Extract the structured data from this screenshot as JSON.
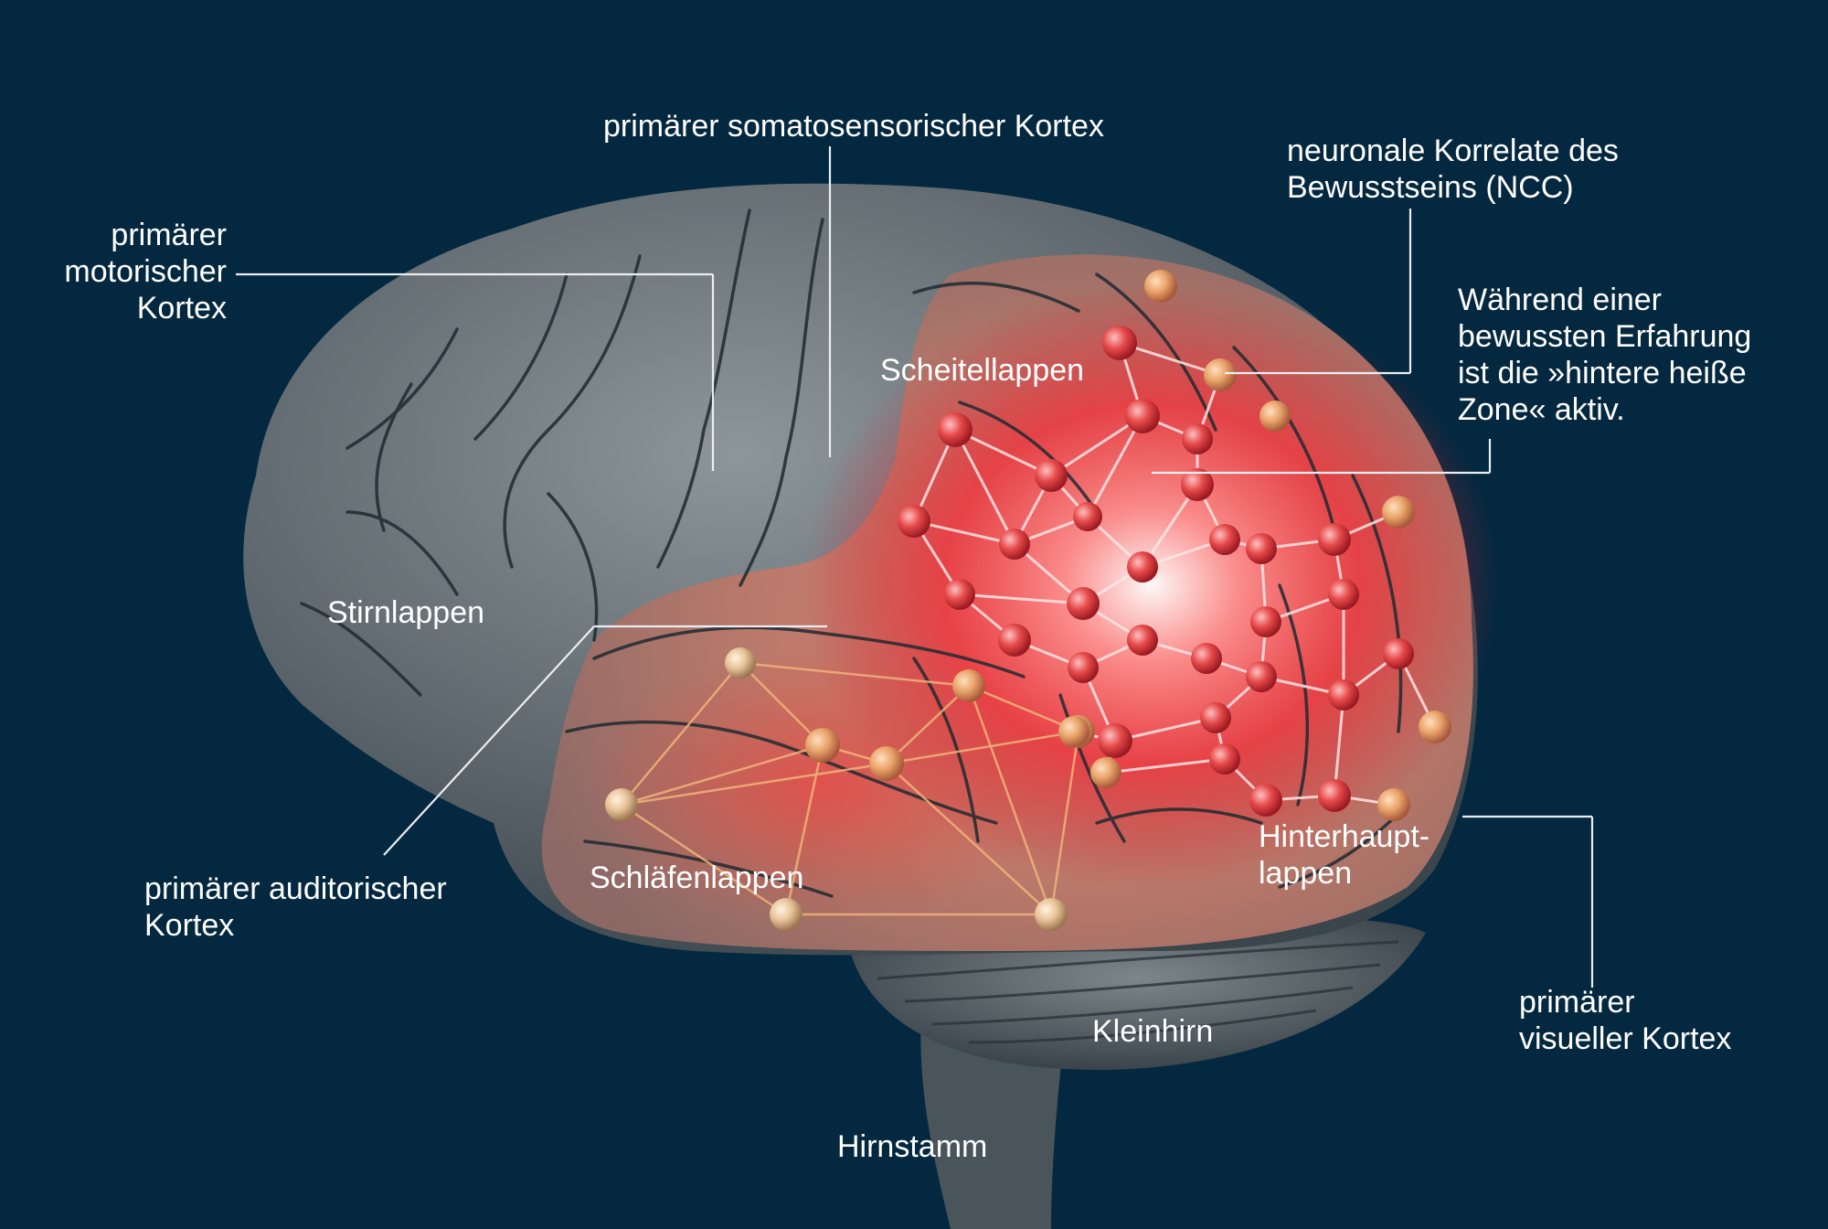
{
  "labels": {
    "primary_motor": [
      "primärer",
      "motorischer",
      "Kortex"
    ],
    "primary_somatosensory": "primärer somatosensorischer Kortex",
    "ncc": [
      "neuronale Korrelate des",
      "Bewusstseins (NCC)"
    ],
    "hot_zone_note": [
      "Während einer",
      "bewussten Erfahrung",
      "ist die »hintere heiße",
      "Zone« aktiv."
    ],
    "parietal_lobe": "Scheitellappen",
    "frontal_lobe": "Stirnlappen",
    "temporal_lobe": "Schläfenlappen",
    "occipital_lobe": [
      "Hinterhaupt-",
      "lappen"
    ],
    "primary_auditory": [
      "primärer auditorischer",
      "Kortex"
    ],
    "primary_visual": [
      "primärer",
      "visueller Kortex"
    ],
    "cerebellum": "Kleinhirn",
    "brainstem": "Hirnstamm"
  },
  "colors": {
    "background": "#04283f",
    "brain_gray": "#6b7378",
    "lobe_flesh": "#c98a78",
    "hot_zone": "#f0303a",
    "network_node": "#e64a4a",
    "temporal_node": "#e9a46a",
    "label_text": "#ffffff"
  }
}
